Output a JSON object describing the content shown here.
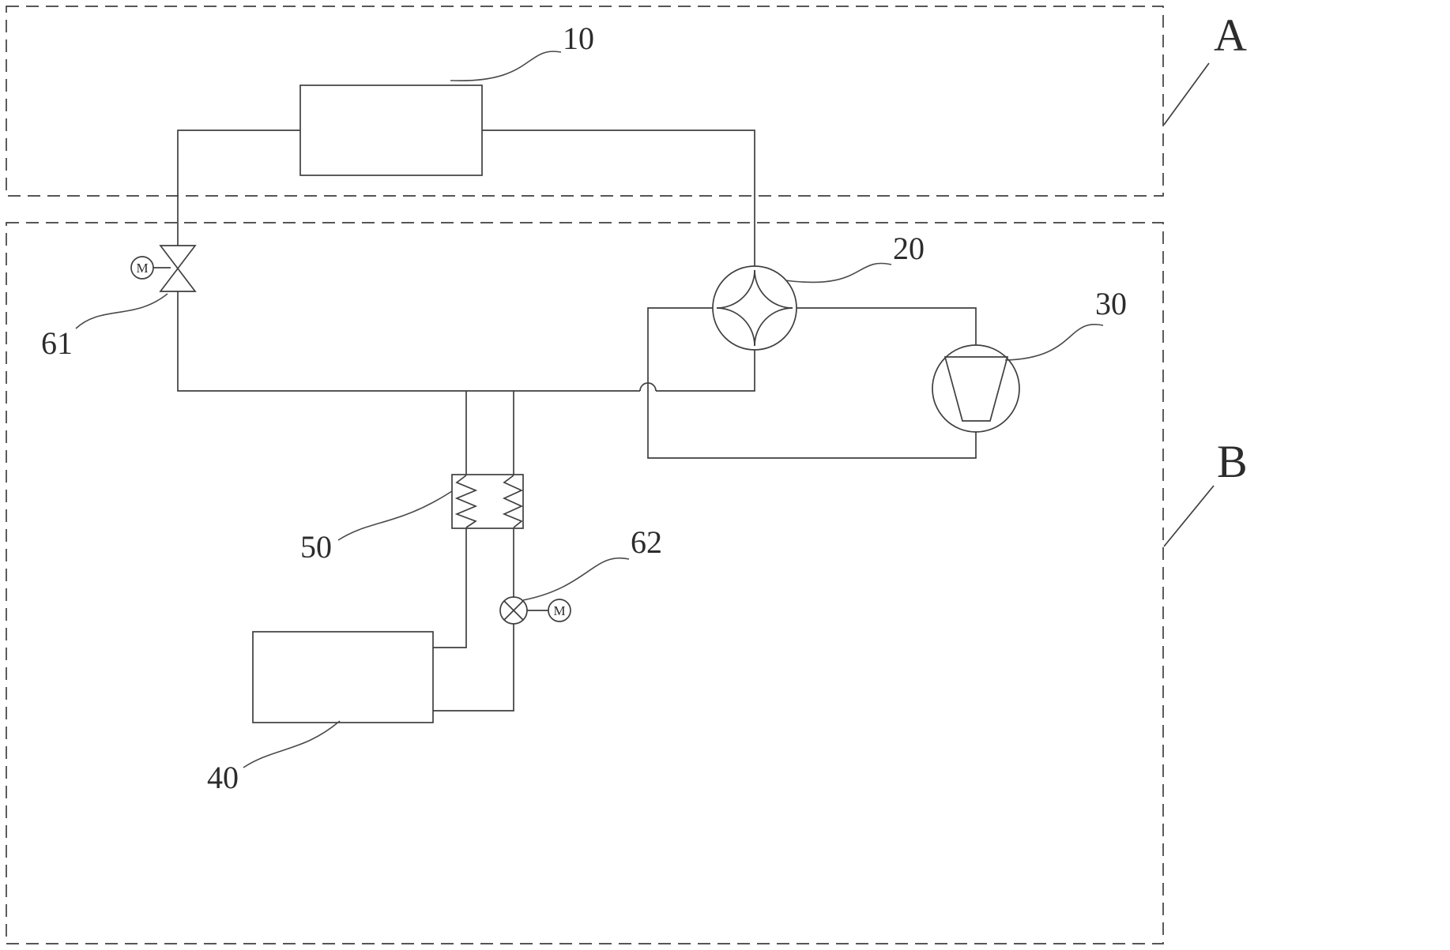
{
  "figure": {
    "region_labels": {
      "a": "A",
      "b": "B"
    },
    "component_labels": {
      "indoor_heat_exchanger": "10",
      "four_way_valve": "20",
      "compressor": "30",
      "outdoor_heat_exchanger": "40",
      "intermediate_heat_exchanger": "50",
      "expansion_valve_61": "61",
      "expansion_valve_62": "62"
    },
    "motor_labels": {
      "motor_61": "M",
      "motor_62": "M"
    },
    "colors": {
      "line": "#3f3f3f",
      "background": "#ffffff"
    }
  }
}
